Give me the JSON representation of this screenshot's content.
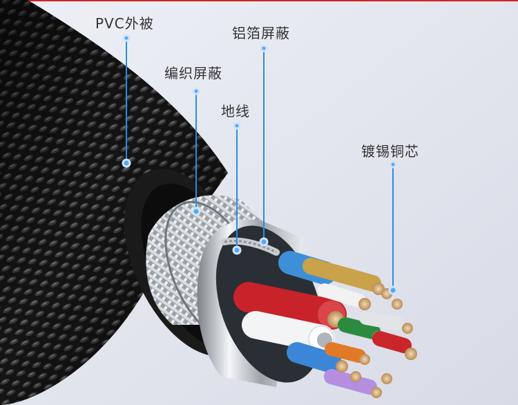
{
  "labels": {
    "pvc": "PVC外被",
    "braid": "编织屏蔽",
    "ground": "地线",
    "foil": "铝箔屏蔽",
    "copper": "镀锡铜芯"
  },
  "colors": {
    "background": "#e4e6ee",
    "callout": "#2d8ae6",
    "label": "#333333",
    "top_line": "#d02525"
  }
}
